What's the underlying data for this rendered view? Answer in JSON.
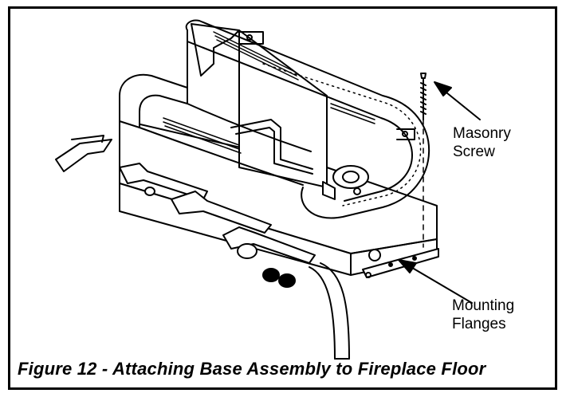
{
  "figure": {
    "caption": "Figure 12 - Attaching Base Assembly to Fireplace Floor",
    "callouts": {
      "screw": "Masonry\nScrew",
      "flanges": "Mounting\nFlanges"
    }
  },
  "colors": {
    "line": "#000000",
    "background": "#ffffff"
  }
}
